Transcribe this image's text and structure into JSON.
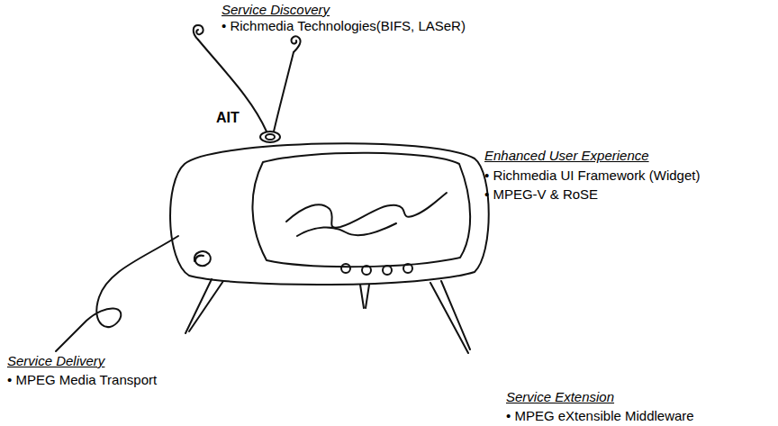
{
  "diagram": {
    "labels": [
      "Service Discovery",
      "• Richmedia Technologies(BIFS, LASeR)",
      "AIT",
      "Enhanced User Experience",
      "• Richmedia UI Framework (Widget)",
      "• MPEG-V & RoSE",
      "Service Delivery",
      "• MPEG Media Transport",
      "Service Extension",
      "• MPEG eXtensible Middleware"
    ]
  }
}
